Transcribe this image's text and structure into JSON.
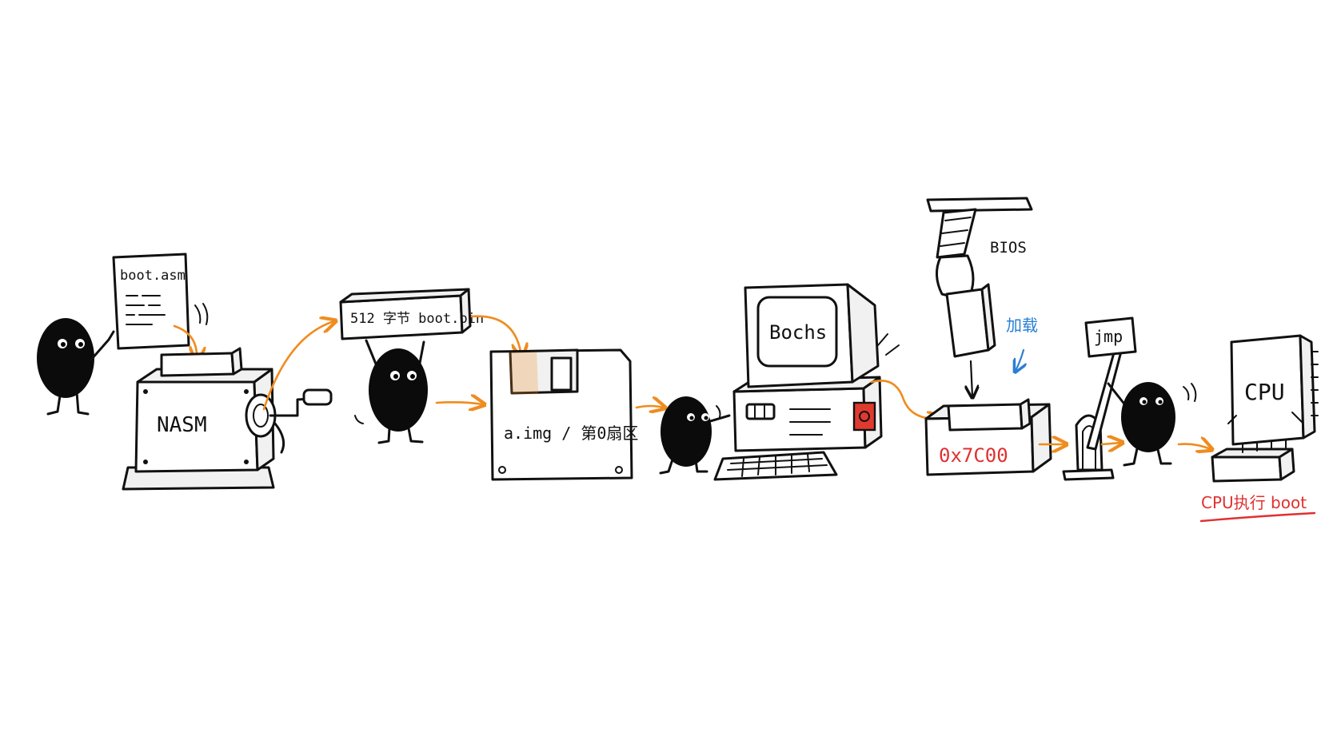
{
  "diagram": {
    "source_file": "boot.asm",
    "assembler": "NASM",
    "binary_label": "512 字节 boot.bin",
    "floppy_label": "a.img / 第0扇区",
    "emulator": "Bochs",
    "firmware": "BIOS",
    "load_label": "加载",
    "load_address": "0x7C00",
    "jump_label": "jmp",
    "cpu_label": "CPU",
    "final_caption": "CPU执行 boot"
  },
  "colors": {
    "ink": "#111111",
    "arrow": "#ef8c1f",
    "address": "#e03030",
    "load": "#2a7fd4",
    "power_button": "#e03a2f"
  }
}
